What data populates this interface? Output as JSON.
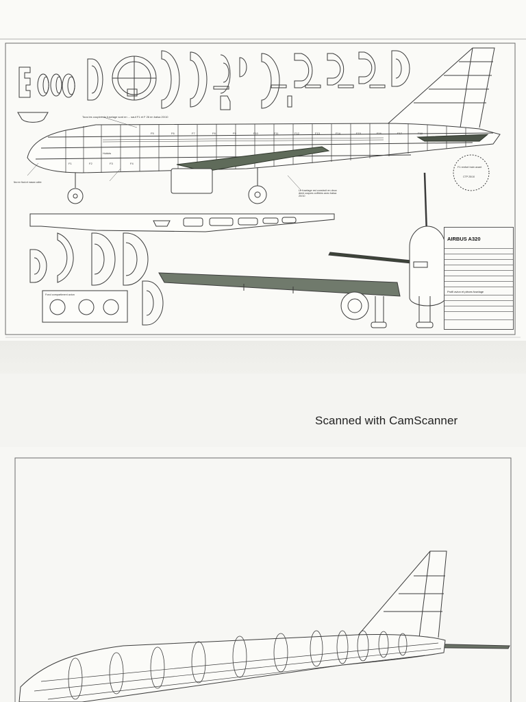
{
  "document": {
    "title_block": {
      "title": "AIRBUS A320",
      "section_heading": "Profil avion et pièces fuselage"
    },
    "notes": {
      "frames_note": "Tous les couples du fuselage sont en ... sauf F1 et F 26 en balsa 20/10",
      "nose_note": "Nez en flock et masse collée",
      "shell_note": "Le fuselage est construit en deux demi coques coffrées avec balsa 20/10",
      "reinforcement_note": "F1 renfort train avant",
      "fairing_note": "Fond compartiment avion",
      "cabin_label": "Hublots",
      "reinforce_scale": "CTP 25/10"
    },
    "frame_labels": [
      "F1",
      "F2",
      "F3",
      "F4",
      "F5",
      "F6",
      "F7",
      "F8",
      "F9",
      "F10",
      "F11",
      "F12",
      "F13",
      "F14",
      "F15",
      "F16",
      "F17",
      "F18"
    ]
  },
  "scanner": {
    "caption": "Scanned with CamScanner"
  },
  "colors": {
    "ink": "#3a3a3a",
    "wing_fill": "#5f6b5a",
    "paper": "#fafaf7"
  }
}
